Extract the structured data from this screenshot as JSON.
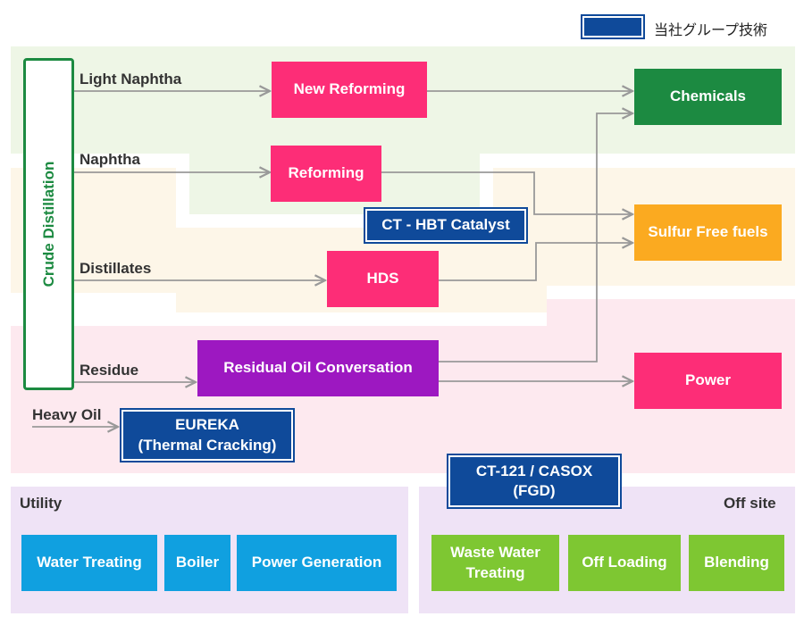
{
  "legend": {
    "label": "当社グループ技術",
    "swatch_color": "#0f4a9a"
  },
  "crude": {
    "label": "Crude Distillation"
  },
  "streams": {
    "light_naphtha": "Light Naphtha",
    "naphtha": "Naphtha",
    "distillates": "Distillates",
    "residue": "Residue",
    "heavy_oil": "Heavy Oil"
  },
  "processes": {
    "new_reforming": "New Reforming",
    "reforming": "Reforming",
    "hds": "HDS",
    "residual": "Residual Oil Conversation"
  },
  "products": {
    "chemicals": "Chemicals",
    "sulfur_free": "Sulfur Free fuels",
    "power": "Power"
  },
  "technologies": {
    "ct_hbt": "CT - HBT Catalyst",
    "eureka_line1": "EUREKA",
    "eureka_line2": "(Thermal Cracking)",
    "ct121_line1": "CT-121 / CASOX",
    "ct121_line2": "(FGD)"
  },
  "utility": {
    "title": "Utility",
    "items": [
      "Water Treating",
      "Boiler",
      "Power Generation"
    ]
  },
  "offsite": {
    "title": "Off site",
    "items": [
      {
        "line1": "Waste Water",
        "line2": "Treating"
      },
      {
        "line1": "Off Loading"
      },
      {
        "line1": "Blending"
      }
    ]
  },
  "colors": {
    "process": "#fd2d77",
    "residual": "#9d18c1",
    "chemicals": "#1c8a41",
    "fuels": "#fbaa20",
    "technology": "#0f4a9a",
    "utility_item": "#10a0e0",
    "offsite_item": "#7ec732",
    "band_green": "#eef6e6",
    "band_orange": "#fdf6e8",
    "band_pink": "#fde9ef",
    "panel_lavender": "#efe3f6"
  }
}
